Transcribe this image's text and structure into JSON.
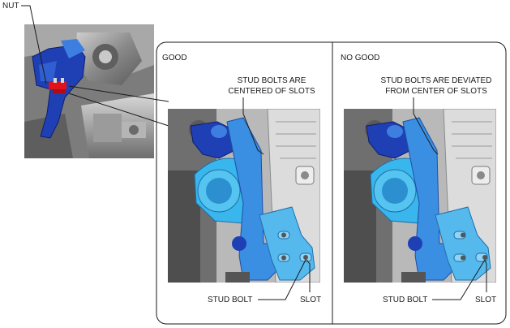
{
  "callouts": {
    "nut": "NUT",
    "stud_bolt_good": "STUD BOLT",
    "slot_good": "SLOT",
    "stud_bolt_nogood": "STUD BOLT",
    "slot_nogood": "SLOT"
  },
  "panels": {
    "good": {
      "title": "GOOD",
      "note_line1": "STUD BOLTS ARE",
      "note_line2": "CENTERED OF SLOTS"
    },
    "nogood": {
      "title": "NO GOOD",
      "note_line1": "STUD BOLTS ARE DEVIATED",
      "note_line2": "FROM CENTER OF SLOTS"
    }
  },
  "colors": {
    "bracket_blue": "#1f3fb5",
    "bracket_light": "#3d7fe0",
    "highlight_cyan": "#39b6ec",
    "nut_red": "#e0121c",
    "engine_gray": "#8e8e8e"
  }
}
